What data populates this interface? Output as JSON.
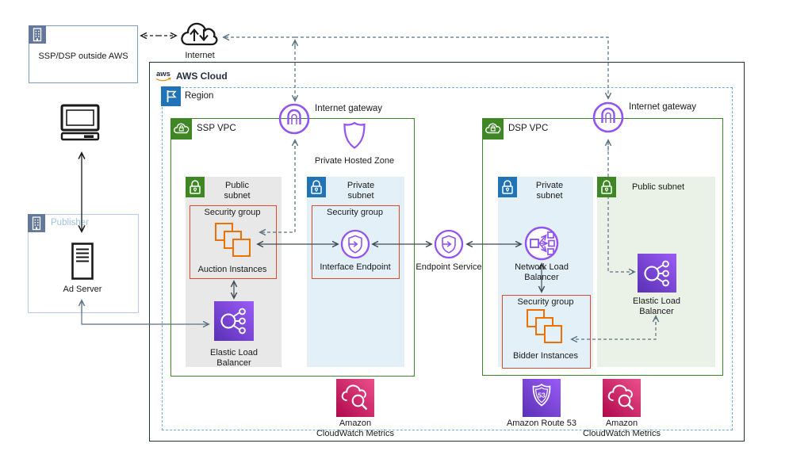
{
  "diagram": {
    "outside": {
      "label": "SSP/DSP outside AWS"
    },
    "internet": {
      "label": "Internet"
    },
    "aws": {
      "logo": "aws",
      "label": "AWS Cloud"
    },
    "region": {
      "label": "Region"
    },
    "publisher": {
      "label": "Publisher",
      "server": "Ad Server"
    },
    "ssp": {
      "vpc": "SSP VPC",
      "igw": "Internet gateway",
      "phz": "Private Hosted Zone",
      "public": {
        "l1": "Public",
        "l2": "subnet",
        "sg": "Security group",
        "inst": "Auction Instances",
        "elb1": "Elastic Load",
        "elb2": "Balancer"
      },
      "private": {
        "l1": "Private",
        "l2": "subnet",
        "sg": "Security group",
        "ep": "Interface Endpoint"
      }
    },
    "eps": {
      "label": "Endpoint Service"
    },
    "dsp": {
      "vpc": "DSP VPC",
      "igw": "Internet gateway",
      "private": {
        "l1": "Private",
        "l2": "subnet",
        "nlb1": "Network Load",
        "nlb2": "Balancer",
        "sg": "Security group",
        "inst": "Bidder Instances"
      },
      "public": {
        "label": "Public subnet",
        "elb1": "Elastic Load",
        "elb2": "Balancer"
      }
    },
    "footer": {
      "cw1a": "Amazon",
      "cw1b": "CloudWatch Metrics",
      "r53": "Amazon Route 53",
      "badge": "53",
      "cw2a": "Amazon",
      "cw2b": "CloudWatch Metrics"
    },
    "colors": {
      "vpc_green": "#3F8624",
      "subnet_blue_icon": "#2173B8",
      "purple": "#9254F0",
      "instance_orange": "#ED7100",
      "security_group_red": "#DD4B2C",
      "cloudwatch_pink": "#B0084D",
      "region_border": "#74A9DC",
      "slate_line": "#5B7282",
      "aws_border": "#252F3E"
    }
  }
}
